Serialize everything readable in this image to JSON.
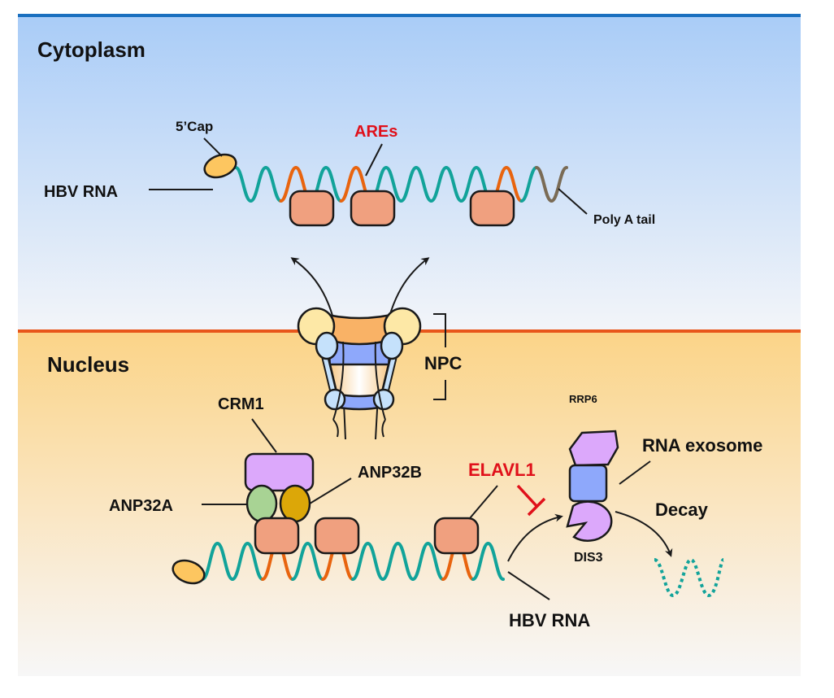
{
  "regions": {
    "cytoplasm": {
      "label": "Cytoplasm"
    },
    "nucleus": {
      "label": "Nucleus"
    }
  },
  "colors": {
    "top_rule": "#1a6fbf",
    "membrane": "#e8561b",
    "cytoplasm_top": "#a9ccf7",
    "cytoplasm_bottom": "#f3f5f9",
    "nucleus_top": "#fbd488",
    "nucleus_bottom": "#f7f7f7",
    "rna": "#12a39a",
    "are": "#e8640f",
    "polya": "#7a6b55",
    "cap": "#fdc660",
    "hur_protein": "#f0a07f",
    "crm1": "#dca8fb",
    "anp32a": "#a8d394",
    "anp32b": "#dca708",
    "exosome_core": "#8ea8fb",
    "rrp6": "#dca8fb",
    "dis3": "#dca8fb",
    "inhibition": "#e0101a",
    "red_label": "#e0101a"
  },
  "cytoplasm_panel": {
    "cap_label": "5’Cap",
    "rna_label": "HBV RNA",
    "ares_label": "AREs",
    "polya_label": "Poly A tail"
  },
  "pore": {
    "label": "NPC"
  },
  "nucleus_panel": {
    "crm1_label": "CRM1",
    "anp32a_label": "ANP32A",
    "anp32b_label": "ANP32B",
    "elavl1_label": "ELAVL1",
    "rrp6_label": "RRP6",
    "exosome_label": "RNA exosome",
    "decay_label": "Decay",
    "dis3_label": "DIS3",
    "rna_label": "HBV RNA"
  }
}
